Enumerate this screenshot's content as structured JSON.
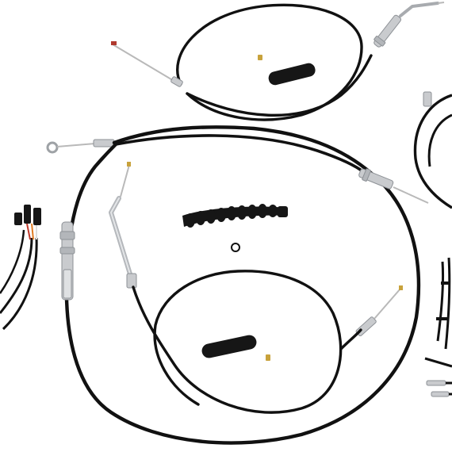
{
  "scene": {
    "subject": "motorcycle-control-cable-kit",
    "colors": {
      "background": "#ffffff",
      "cable_sheath": "#111111",
      "inner_wire": "#b9b9b9",
      "chrome": "#c9cbce",
      "chrome_edge": "#8d9196",
      "rubber": "#161616",
      "brass": "#c8a23c",
      "wire_red": "#c0392b",
      "wire_orange": "#e07b24",
      "wire_white": "#dcdcdc"
    },
    "parts": [
      "throttle-cable-upper",
      "clutch-cable-main",
      "idle-cable-lower",
      "rubber-boot",
      "grips",
      "o-ring",
      "wire-harness",
      "right-side-cables",
      "terminal-pins"
    ]
  }
}
